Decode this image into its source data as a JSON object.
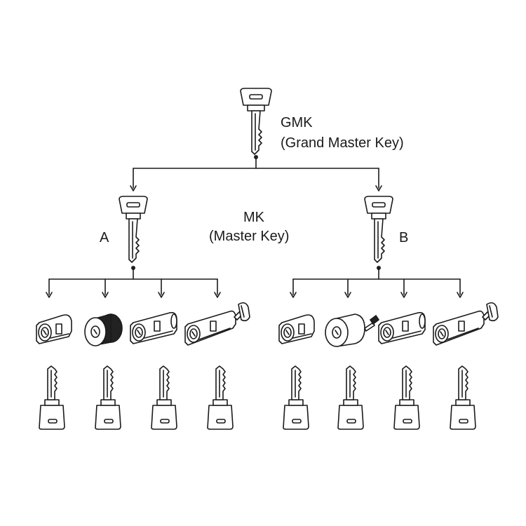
{
  "gmk": {
    "abbr": "GMK",
    "full": "(Grand Master Key)"
  },
  "mk": {
    "abbr": "MK",
    "full": "(Master Key)"
  },
  "groups": [
    {
      "label": "A",
      "cylinders": [
        {
          "type": "euro-half-cylinder-icon"
        },
        {
          "type": "rim-cylinder-icon"
        },
        {
          "type": "euro-double-cylinder-icon"
        },
        {
          "type": "euro-thumbturn-cylinder-icon"
        }
      ]
    },
    {
      "label": "B",
      "cylinders": [
        {
          "type": "euro-half-cylinder-icon"
        },
        {
          "type": "knob-cylinder-icon"
        },
        {
          "type": "euro-double-cylinder-icon"
        },
        {
          "type": "euro-thumbturn-cylinder-icon"
        }
      ]
    }
  ],
  "colors": {
    "line": "#1a1a1a",
    "fill": "#ffffff",
    "dark": "#222222"
  }
}
